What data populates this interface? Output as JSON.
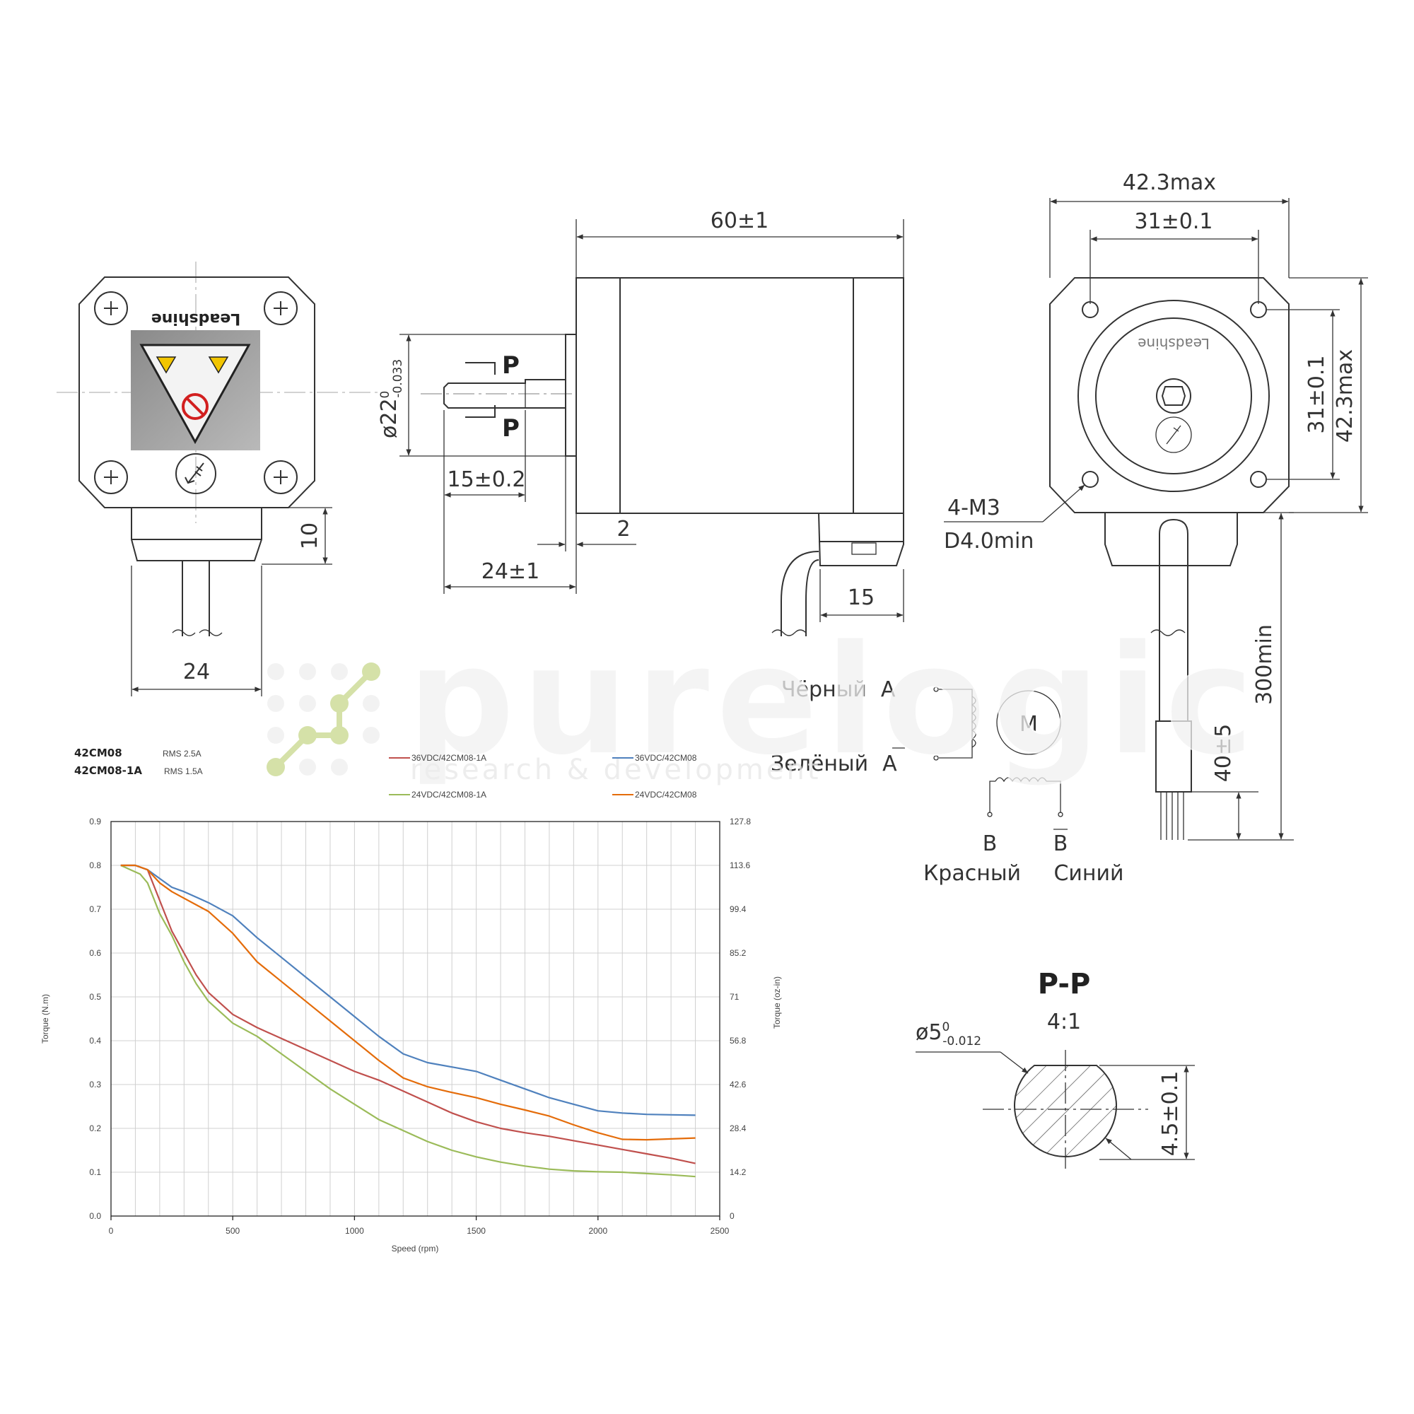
{
  "drawing": {
    "front_view": {
      "width_dim": "24",
      "connector_dim": "10",
      "brand": "Leadshine"
    },
    "side_view": {
      "length_dim": "60±1",
      "boss_dim": "ø22",
      "boss_tol_upper": "0",
      "boss_tol_lower": "-0.033",
      "section_mark": "P",
      "shaft_flat_dim": "15±0.2",
      "boss_height_dim": "2",
      "shaft_length_dim": "24±1",
      "connector_width_dim": "15"
    },
    "end_view": {
      "outer_dim": "42.3max",
      "hole_spacing_dim": "31±0.1",
      "vert_hole_spacing_dim": "31±0.1",
      "vert_outer_dim": "42.3max",
      "thread_label": "4-M3",
      "depth_label": "D4.0min",
      "lead_length_dim": "300min",
      "strip_length_dim": "40±5",
      "brand": "Leadshine"
    },
    "wiring": {
      "motor": "M",
      "wire_black": "Чёрный",
      "phase_a": "A",
      "wire_green": "Зелёный",
      "phase_a_bar": "A",
      "phase_b": "B",
      "phase_b_bar": "B",
      "wire_red": "Красный",
      "wire_blue": "Синий"
    },
    "section": {
      "title": "P-P",
      "scale": "4:1",
      "diameter": "ø5",
      "dia_tol_upper": "0",
      "dia_tol_lower": "-0.012",
      "flat_dim": "4.5±0.1"
    },
    "watermark": {
      "name": "purelogic",
      "tagline": "research & development"
    }
  },
  "legend_info": {
    "model1": "42CM08",
    "rms1": "RMS 2.5A",
    "model2": "42CM08-1A",
    "rms2": "RMS 1.5A"
  },
  "colors": {
    "s36_1a": "#c0504d",
    "s36": "#4f81bd",
    "s24_1a": "#9bbb59",
    "s24": "#e46c0a"
  },
  "chart_data": {
    "type": "line",
    "title": "",
    "xlabel": "Speed (rpm)",
    "ylabel": "Torque (N.m)",
    "y2label": "Torque (oz-in)",
    "xlim": [
      0,
      2500
    ],
    "ylim": [
      0,
      0.9
    ],
    "x_ticks": [
      "0",
      "500",
      "1000",
      "1500",
      "2000",
      "2500"
    ],
    "y_ticks": [
      "0.0",
      "0.1",
      "0.2",
      "0.3",
      "0.4",
      "0.5",
      "0.6",
      "0.7",
      "0.8",
      "0.9"
    ],
    "y2_ticks": [
      "0",
      "14.2",
      "28.4",
      "42.6",
      "56.8",
      "71",
      "85.2",
      "99.4",
      "113.6",
      "127.8"
    ],
    "grid": true,
    "legend_position": "top",
    "series": [
      {
        "name": "36VDC/42CM08-1A",
        "color_key": "s36_1a",
        "x": [
          40,
          100,
          150,
          200,
          250,
          300,
          350,
          400,
          500,
          600,
          700,
          800,
          900,
          1000,
          1100,
          1200,
          1300,
          1400,
          1500,
          1600,
          1700,
          1800,
          1900,
          2000,
          2100,
          2200,
          2300,
          2400
        ],
        "y": [
          0.8,
          0.8,
          0.79,
          0.72,
          0.65,
          0.6,
          0.55,
          0.51,
          0.46,
          0.43,
          0.405,
          0.38,
          0.355,
          0.33,
          0.31,
          0.285,
          0.26,
          0.235,
          0.215,
          0.2,
          0.19,
          0.182,
          0.172,
          0.162,
          0.152,
          0.142,
          0.132,
          0.12
        ]
      },
      {
        "name": "36VDC/42CM08",
        "color_key": "s36",
        "x": [
          40,
          100,
          150,
          200,
          250,
          300,
          400,
          500,
          600,
          700,
          800,
          900,
          1000,
          1100,
          1200,
          1300,
          1400,
          1500,
          1600,
          1700,
          1800,
          1900,
          2000,
          2100,
          2200,
          2300,
          2400
        ],
        "y": [
          0.8,
          0.8,
          0.79,
          0.77,
          0.75,
          0.74,
          0.715,
          0.685,
          0.635,
          0.59,
          0.545,
          0.5,
          0.455,
          0.41,
          0.37,
          0.35,
          0.34,
          0.33,
          0.31,
          0.29,
          0.27,
          0.255,
          0.24,
          0.235,
          0.232,
          0.231,
          0.23
        ]
      },
      {
        "name": "24VDC/42CM08-1A",
        "color_key": "s24_1a",
        "x": [
          40,
          80,
          120,
          150,
          200,
          250,
          300,
          350,
          400,
          500,
          600,
          700,
          800,
          900,
          1000,
          1100,
          1200,
          1300,
          1400,
          1500,
          1600,
          1700,
          1800,
          1900,
          2000,
          2100,
          2200,
          2300,
          2400
        ],
        "y": [
          0.8,
          0.79,
          0.78,
          0.76,
          0.69,
          0.64,
          0.58,
          0.53,
          0.49,
          0.44,
          0.41,
          0.37,
          0.33,
          0.29,
          0.255,
          0.22,
          0.195,
          0.17,
          0.15,
          0.135,
          0.123,
          0.114,
          0.107,
          0.103,
          0.101,
          0.1,
          0.097,
          0.094,
          0.09
        ]
      },
      {
        "name": "24VDC/42CM08",
        "color_key": "s24",
        "x": [
          40,
          100,
          150,
          200,
          250,
          300,
          400,
          500,
          600,
          700,
          800,
          900,
          1000,
          1100,
          1200,
          1300,
          1400,
          1500,
          1600,
          1700,
          1800,
          1900,
          2000,
          2100,
          2200,
          2300,
          2400
        ],
        "y": [
          0.8,
          0.8,
          0.79,
          0.76,
          0.74,
          0.725,
          0.695,
          0.645,
          0.58,
          0.535,
          0.49,
          0.445,
          0.4,
          0.355,
          0.315,
          0.295,
          0.282,
          0.27,
          0.255,
          0.242,
          0.228,
          0.208,
          0.19,
          0.175,
          0.174,
          0.176,
          0.178
        ]
      }
    ]
  }
}
